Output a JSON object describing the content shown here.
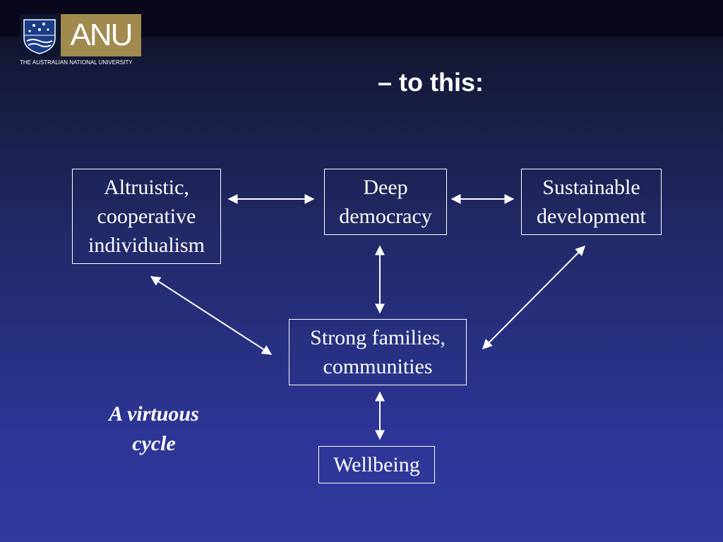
{
  "logo": {
    "wordmark": "ANU",
    "caption": "THE AUSTRALIAN NATIONAL UNIVERSITY",
    "crest": "anu-crest-icon"
  },
  "title": "– to this:",
  "nodes": {
    "altruistic": "Altruistic, cooperative individualism",
    "democracy": "Deep democracy",
    "sustainable": "Sustainable development",
    "families": "Strong families, communities",
    "wellbeing": "Wellbeing"
  },
  "note": "A virtuous cycle",
  "colors": {
    "background_top": "#0b0b1c",
    "background_bottom": "#313a9f",
    "logo_gold": "#a08a4e",
    "foreground": "#ffffff"
  }
}
